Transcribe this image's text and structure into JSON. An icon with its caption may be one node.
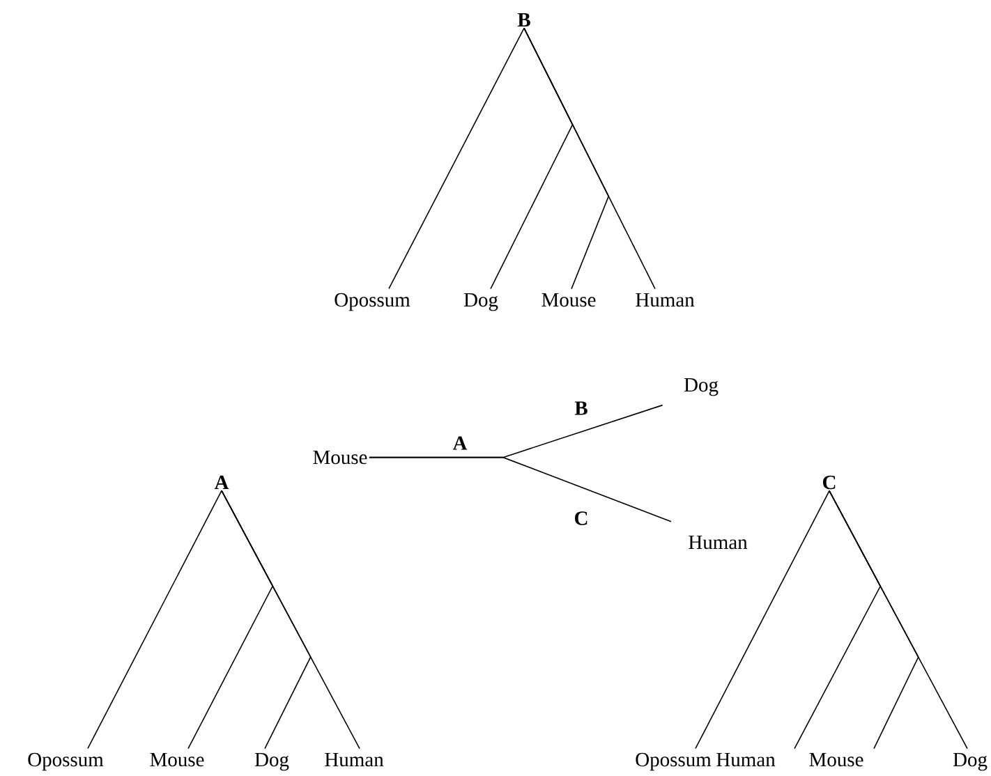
{
  "diagram": {
    "nodes": [
      {
        "text": [
          "B"
        ]
      },
      {
        "text": [
          "Opossum"
        ]
      },
      {
        "text": [
          "Dog"
        ]
      },
      {
        "text": [
          "Mouse"
        ]
      },
      {
        "text": [
          "Human"
        ]
      },
      {
        "text": [
          "Dog"
        ]
      },
      {
        "text": [
          "Mouse"
        ]
      },
      {
        "text": [
          "A"
        ]
      },
      {
        "text": [
          "C"
        ]
      },
      {
        "text": [
          "Human"
        ]
      },
      {
        "text": [
          "Opossum"
        ]
      },
      {
        "text": [
          "Mouse"
        ]
      },
      {
        "text": [
          "Dog"
        ]
      },
      {
        "text": [
          "Human"
        ]
      },
      {
        "text": [
          "Opossum"
        ]
      },
      {
        "text": [
          "Human"
        ]
      },
      {
        "text": [
          "Mouse"
        ]
      },
      {
        "text": [
          "Dog"
        ]
      }
    ],
    "edges": [
      {
        "from": 0,
        "to": 1,
        "arrow": "none"
      },
      {
        "from": 0,
        "to": 2,
        "arrow": "none"
      },
      {
        "from": 0,
        "to": 3,
        "arrow": "none"
      },
      {
        "from": 0,
        "to": 4,
        "arrow": "none"
      },
      {
        "from": 6,
        "to": 5,
        "arrow": "none"
      },
      {
        "from": 6,
        "to": 9,
        "arrow": "none"
      },
      {
        "from": 7,
        "to": 10,
        "arrow": "none"
      },
      {
        "from": 7,
        "to": 11,
        "arrow": "none"
      },
      {
        "from": 7,
        "to": 12,
        "arrow": "none"
      },
      {
        "from": 7,
        "to": 13,
        "arrow": "none"
      },
      {
        "from": 8,
        "to": 14,
        "arrow": "none"
      },
      {
        "from": 8,
        "to": 15,
        "arrow": "none"
      },
      {
        "from": 8,
        "to": 16,
        "arrow": "none"
      },
      {
        "from": 8,
        "to": 17,
        "arrow": "none"
      }
    ],
    "labels": [
      "B",
      "A",
      "C"
    ]
  }
}
